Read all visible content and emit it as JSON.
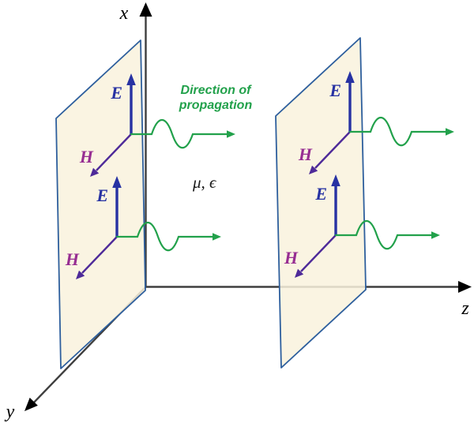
{
  "axes": {
    "x_label": "x",
    "y_label": "y",
    "z_label": "z"
  },
  "labels": {
    "e_field": "E",
    "h_field": "H",
    "medium": "μ, ϵ",
    "direction_line1": "Direction of",
    "direction_line2": "propagation"
  },
  "colors": {
    "background": "#ffffff",
    "plane_fill": "#f9f2dd",
    "plane_border": "#2e5f9d",
    "e_field": "#2732a3",
    "h_field": "#4e2a99",
    "h_label": "#972d92",
    "propagation_green": "#22a14b",
    "axis": "#3e3e3e",
    "axis_label": "#000000",
    "medium_label": "#1a1a1a"
  }
}
